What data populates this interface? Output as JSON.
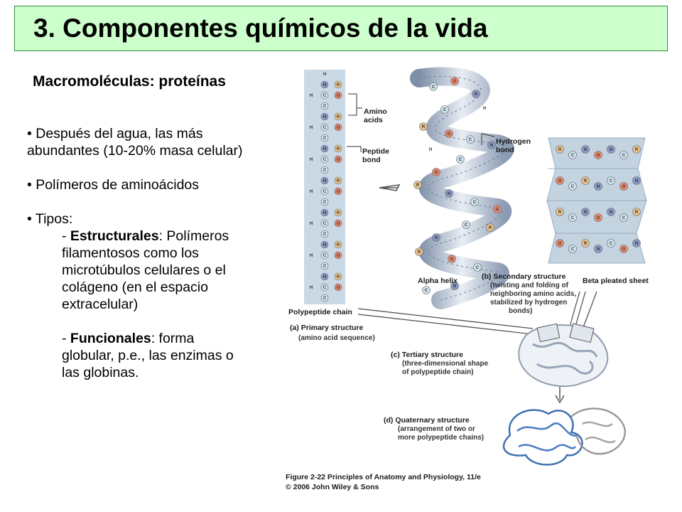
{
  "slide": {
    "title": "3. Componentes químicos de la vida",
    "subtitle": "Macromoléculas: proteínas",
    "bullet1_a": "• Después del agua, las más",
    "bullet1_b": "abundantes (10-20% masa celular)",
    "bullet2": "• Polímeros de aminoácidos",
    "bullet3": "• Tipos:",
    "estr_prefix": "- ",
    "estr_bold": "Estructurales",
    "estr_rest_1": ": Polímeros",
    "estr_lines": [
      "filamentosos como los",
      "microtúbulos celulares o el",
      "colágeno (en el espacio",
      "extracelular)"
    ],
    "func_prefix": "- ",
    "func_bold": "Funcionales",
    "func_rest_1": ": forma",
    "func_lines": [
      "globular, p.e., las enzimas o",
      "las globinas."
    ]
  },
  "figure": {
    "amino_acids_1": "Amino",
    "amino_acids_2": "acids",
    "peptide_bond_1": "Peptide",
    "peptide_bond_2": "bond",
    "hydrogen_bond_1": "Hydrogen",
    "hydrogen_bond_2": "bond",
    "polypeptide_chain": "Polypeptide chain",
    "primary_1": "(a) Primary structure",
    "primary_2": "(amino acid sequence)",
    "alpha_helix": "Alpha helix",
    "secondary_1": "(b) Secondary structure",
    "secondary_2": "(twisting and folding of",
    "secondary_3": "neighboring amino acids,",
    "secondary_4": "stabilized by hydrogen",
    "secondary_5": "bonds)",
    "beta_sheet": "Beta pleated sheet",
    "tertiary_1": "(c) Tertiary structure",
    "tertiary_2": "(three-dimensional shape",
    "tertiary_3": "of polypeptide chain)",
    "quaternary_1": "(d) Quaternary structure",
    "quaternary_2": "(arrangement of two or",
    "quaternary_3": "more polypeptide chains)",
    "caption_1": "Figure 2-22  Principles of Anatomy and Physiology, 11/e",
    "caption_2": "© 2006 John Wiley & Sons",
    "atom_labels": {
      "h": "H",
      "n": "N",
      "c": "C",
      "o": "O",
      "r": "R"
    },
    "colors": {
      "atom_o": "#e8896a",
      "atom_r": "#e8c28a",
      "atom_n": "#8a9bc4",
      "atom_c": "#cfe3ec",
      "strip": "#b9ccdc"
    }
  }
}
